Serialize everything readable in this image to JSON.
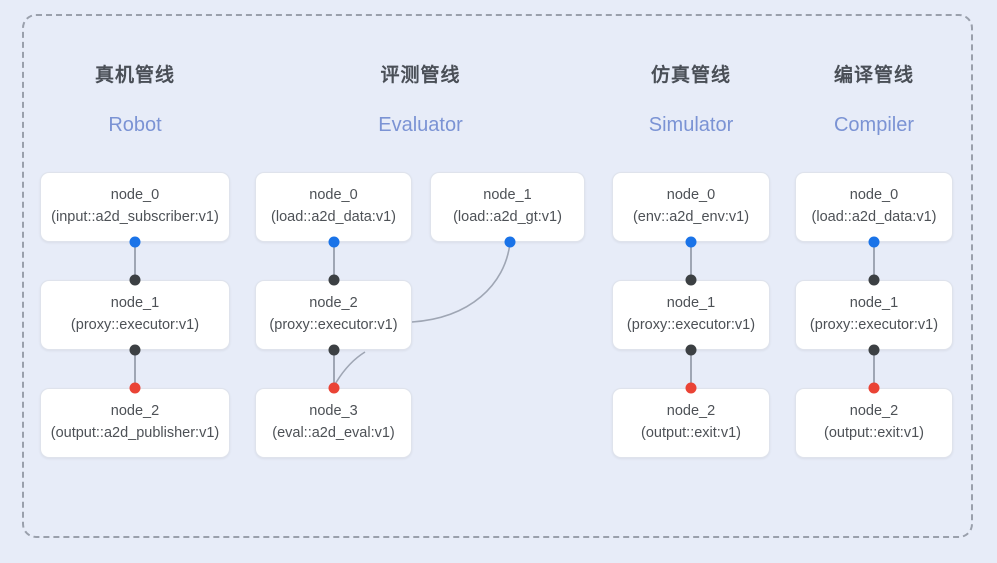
{
  "diagram": {
    "frame_label": "pipeline-container",
    "background_color": "#e7ecf8",
    "frame_border_color": "#9aa0ac",
    "port_colors": {
      "output": "#1a73e8",
      "input": "#3c4043",
      "terminal": "#ea4335"
    }
  },
  "columns": [
    {
      "title": "真机管线",
      "subtitle": "Robot",
      "nodes": [
        {
          "name": "node_0",
          "type": "(input::a2d_subscriber:v1)"
        },
        {
          "name": "node_1",
          "type": "(proxy::executor:v1)"
        },
        {
          "name": "node_2",
          "type": "(output::a2d_publisher:v1)"
        }
      ]
    },
    {
      "title": "评测管线",
      "subtitle": "Evaluator",
      "nodes": [
        {
          "name": "node_0",
          "type": "(load::a2d_data:v1)"
        },
        {
          "name": "node_1",
          "type": "(load::a2d_gt:v1)"
        },
        {
          "name": "node_2",
          "type": "(proxy::executor:v1)"
        },
        {
          "name": "node_3",
          "type": "(eval::a2d_eval:v1)"
        }
      ]
    },
    {
      "title": "仿真管线",
      "subtitle": "Simulator",
      "nodes": [
        {
          "name": "node_0",
          "type": "(env::a2d_env:v1)"
        },
        {
          "name": "node_1",
          "type": "(proxy::executor:v1)"
        },
        {
          "name": "node_2",
          "type": "(output::exit:v1)"
        }
      ]
    },
    {
      "title": "编译管线",
      "subtitle": "Compiler",
      "nodes": [
        {
          "name": "node_0",
          "type": "(load::a2d_data:v1)"
        },
        {
          "name": "node_1",
          "type": "(proxy::executor:v1)"
        },
        {
          "name": "node_2",
          "type": "(output::exit:v1)"
        }
      ]
    }
  ]
}
